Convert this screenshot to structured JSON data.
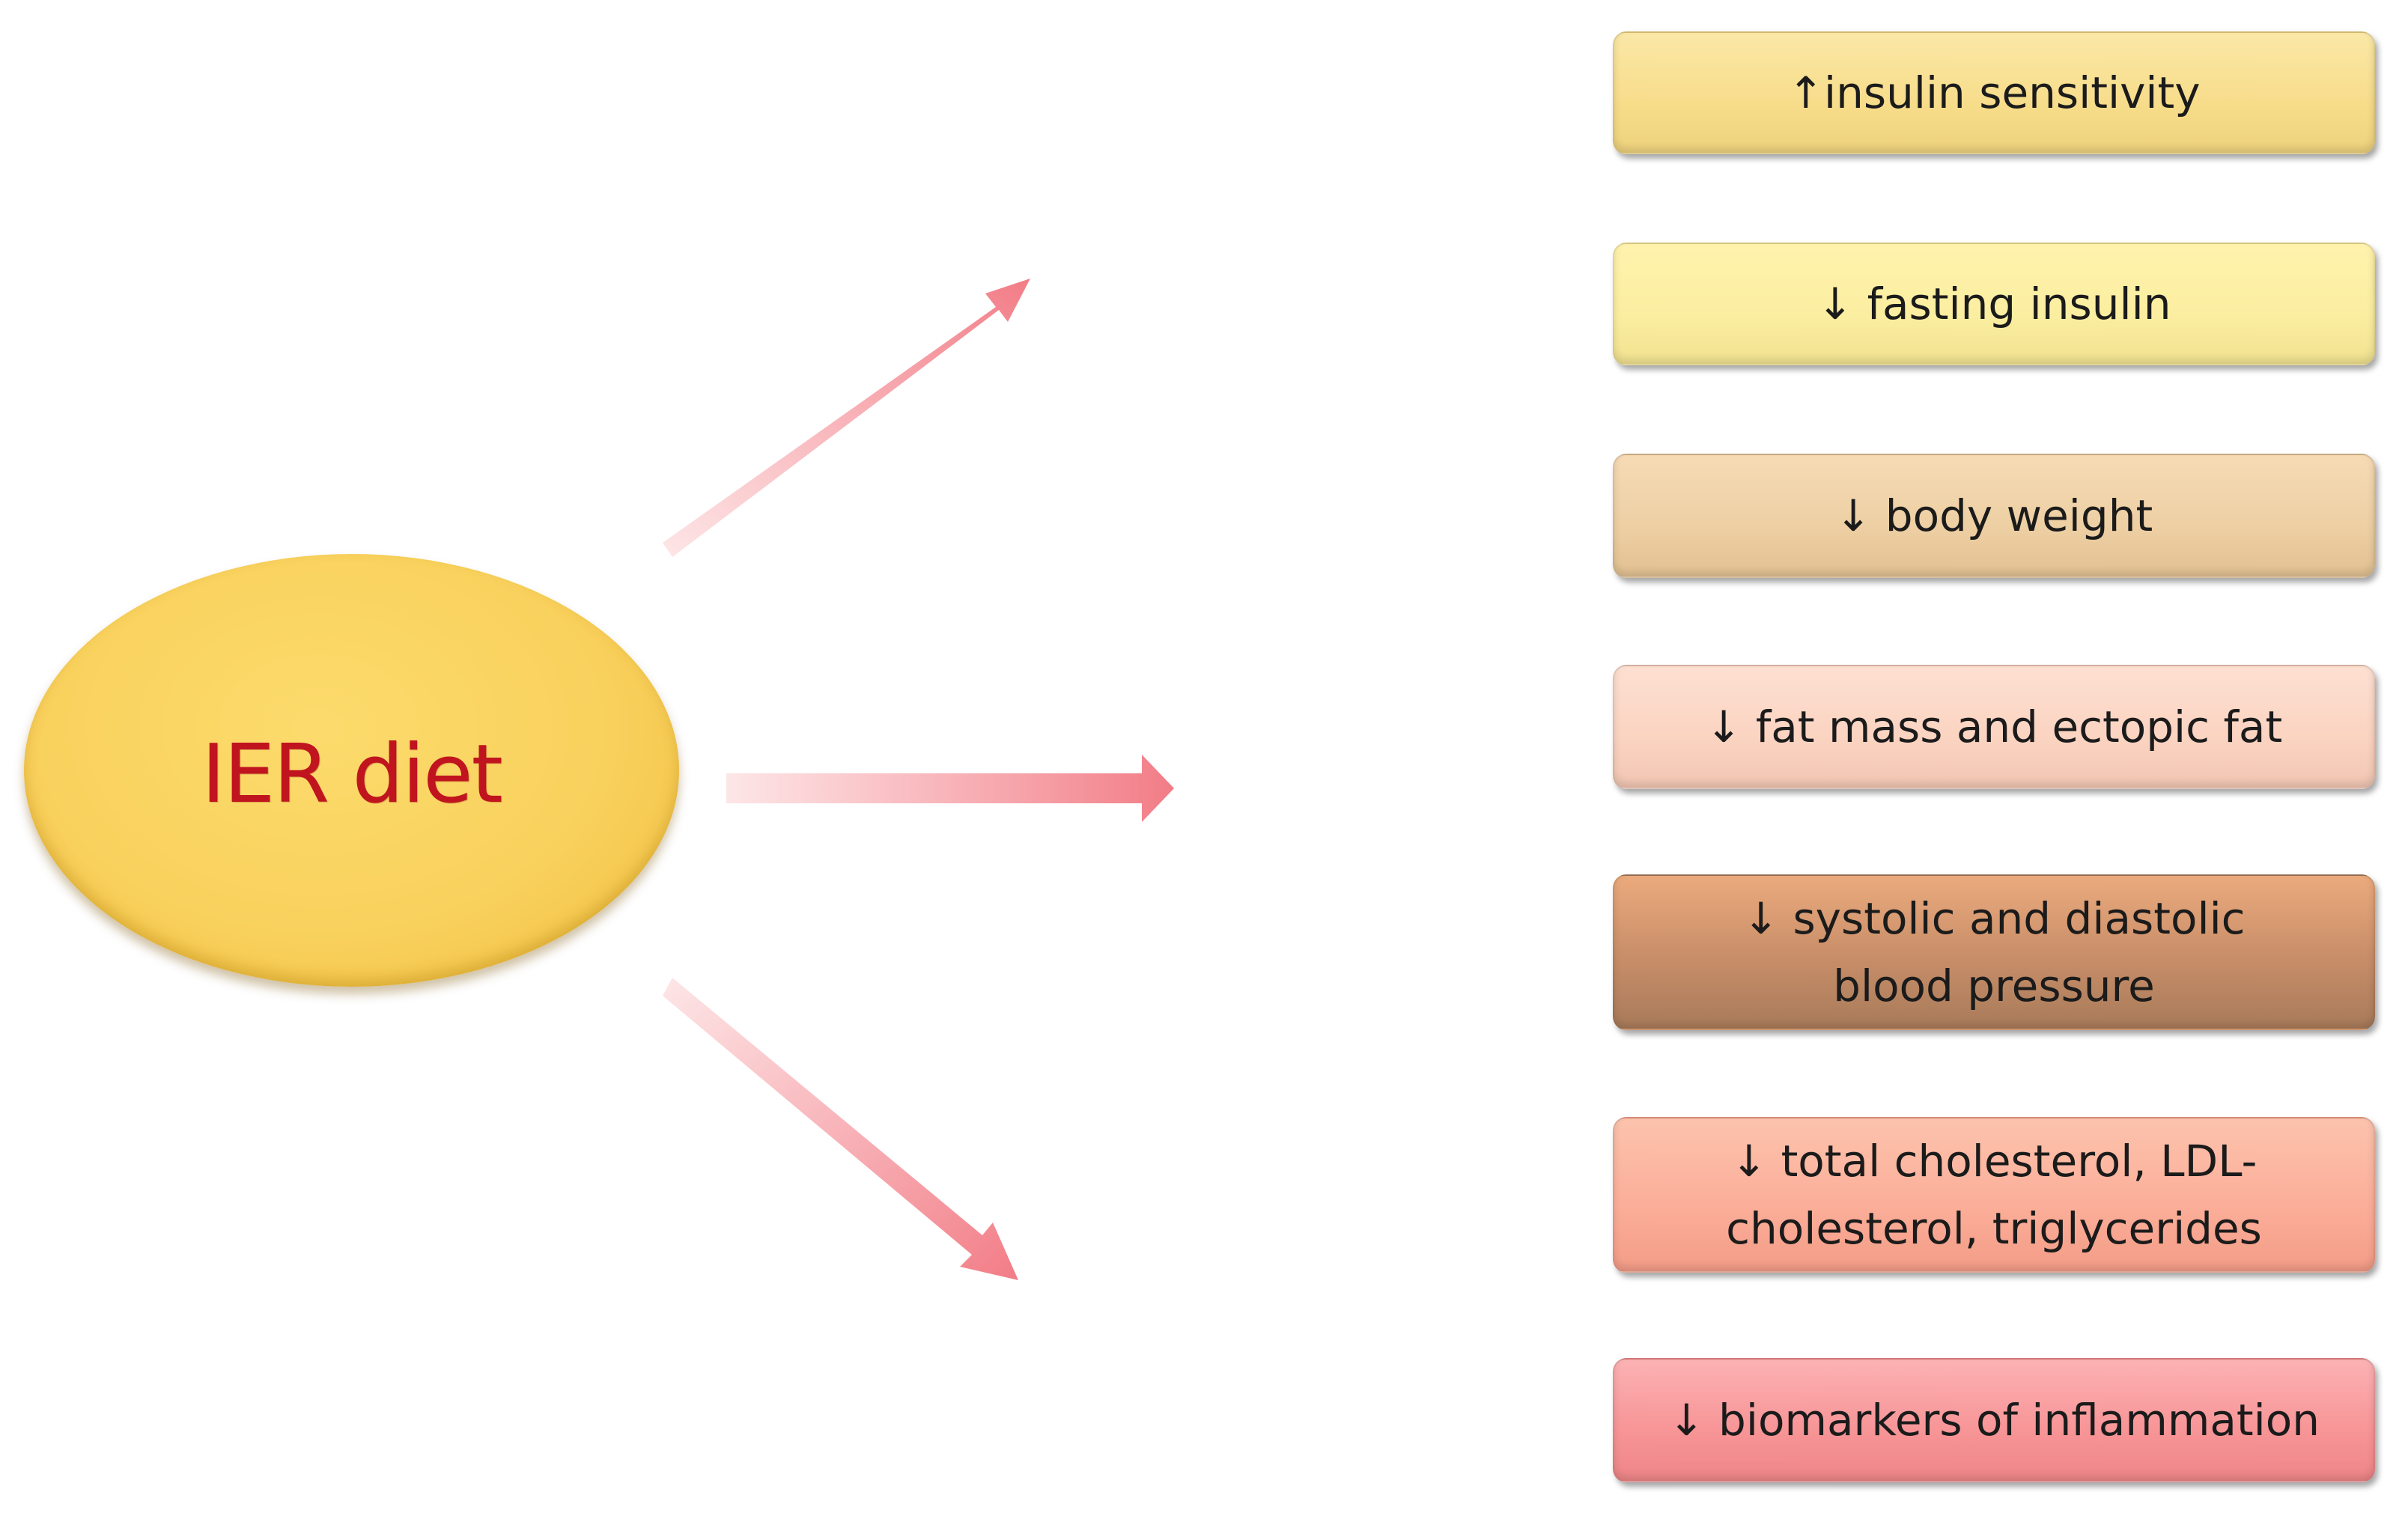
{
  "source": {
    "label": "IER diet",
    "color": "#f9d15d",
    "text_color": "#c0141e"
  },
  "arrows": {
    "color": "#f28a92",
    "count": 3
  },
  "outcomes": [
    {
      "label": "↑insulin sensitivity",
      "color": "#f7dc8a"
    },
    {
      "label": "↓ fasting insulin",
      "color": "#fbeea0"
    },
    {
      "label": "↓ body weight",
      "color": "#edcfa3"
    },
    {
      "label": "↓ fat mass and ectopic fat",
      "color": "#fbd3c1"
    },
    {
      "label": "↓ systolic and diastolic\nblood pressure",
      "color": "#c78d68"
    },
    {
      "label": "↓ total cholesterol, LDL-\ncholesterol, triglycerides",
      "color": "#fbad98"
    },
    {
      "label": "↓ biomarkers of inflammation",
      "color": "#f79496"
    }
  ]
}
